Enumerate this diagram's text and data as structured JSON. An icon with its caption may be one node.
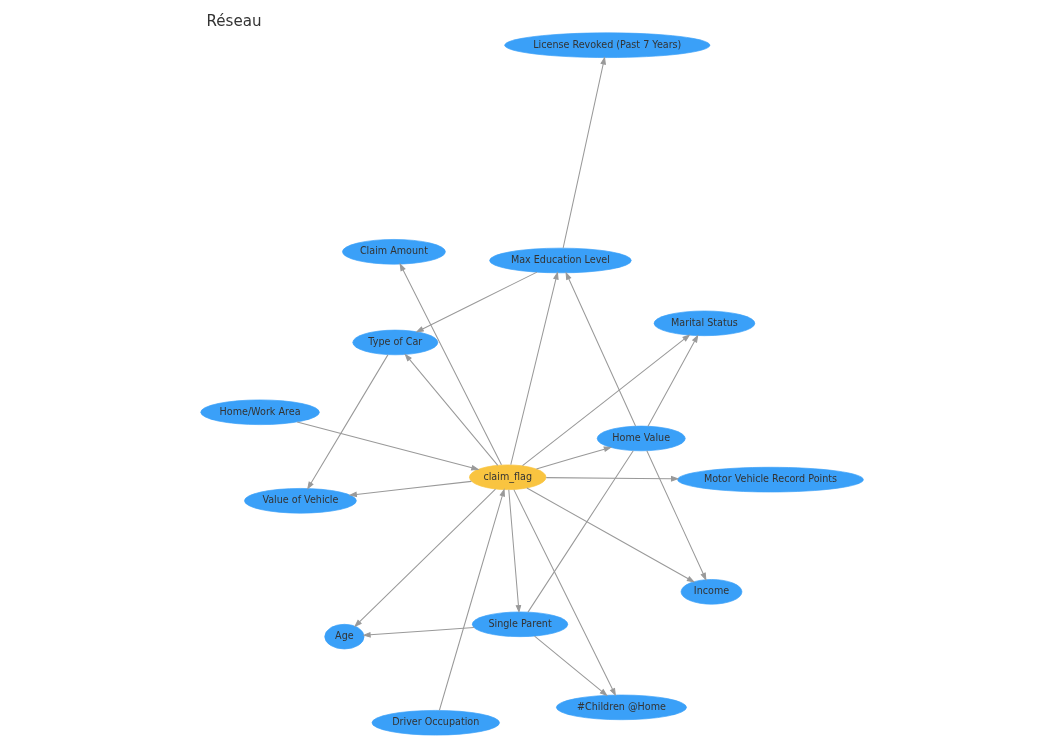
{
  "diagram": {
    "title": "Réseau",
    "nodes": [
      {
        "text": [
          "Value of Vehicle"
        ]
      },
      {
        "text": [
          "Motor Vehicle Record Points"
        ]
      },
      {
        "text": [
          "Type of Car"
        ]
      },
      {
        "text": [
          "Home/Work Area"
        ]
      },
      {
        "text": [
          "License Revoked (Past 7 Years)"
        ]
      },
      {
        "text": [
          "Max Education Level"
        ]
      },
      {
        "text": [
          "claim_flag"
        ]
      },
      {
        "text": [
          "#Children @Home"
        ]
      },
      {
        "text": [
          "Single Parent"
        ]
      },
      {
        "text": [
          "Driver Occupation"
        ]
      },
      {
        "text": [
          "Home Value"
        ]
      },
      {
        "text": [
          "Age"
        ]
      },
      {
        "text": [
          "Income"
        ]
      },
      {
        "text": [
          "Marital Status"
        ]
      },
      {
        "text": [
          "Claim Amount"
        ]
      }
    ],
    "edges": [
      {
        "from": 6,
        "to": 0,
        "arrow": "to"
      },
      {
        "from": 6,
        "to": 1,
        "arrow": "to"
      },
      {
        "from": 6,
        "to": 2,
        "arrow": "to"
      },
      {
        "from": 2,
        "to": 0,
        "arrow": "to"
      },
      {
        "from": 5,
        "to": 2,
        "arrow": "to"
      },
      {
        "from": 5,
        "to": 4,
        "arrow": "to"
      },
      {
        "from": 6,
        "to": 5,
        "arrow": "to"
      },
      {
        "from": 10,
        "to": 5,
        "arrow": "to"
      },
      {
        "from": 3,
        "to": 6,
        "arrow": "to"
      },
      {
        "from": 9,
        "to": 6,
        "arrow": "to"
      },
      {
        "from": 6,
        "to": 7,
        "arrow": "to"
      },
      {
        "from": 8,
        "to": 7,
        "arrow": "to"
      },
      {
        "from": 6,
        "to": 8,
        "arrow": "to"
      },
      {
        "from": 8,
        "to": 11,
        "arrow": "to"
      },
      {
        "from": 6,
        "to": 11,
        "arrow": "to"
      },
      {
        "from": 8,
        "to": 10,
        "arrow": "none"
      },
      {
        "from": 6,
        "to": 10,
        "arrow": "to"
      },
      {
        "from": 6,
        "to": 13,
        "arrow": "to"
      },
      {
        "from": 10,
        "to": 13,
        "arrow": "to"
      },
      {
        "from": 6,
        "to": 14,
        "arrow": "to"
      },
      {
        "from": 6,
        "to": 12,
        "arrow": "to"
      },
      {
        "from": 10,
        "to": 12,
        "arrow": "to"
      }
    ]
  }
}
